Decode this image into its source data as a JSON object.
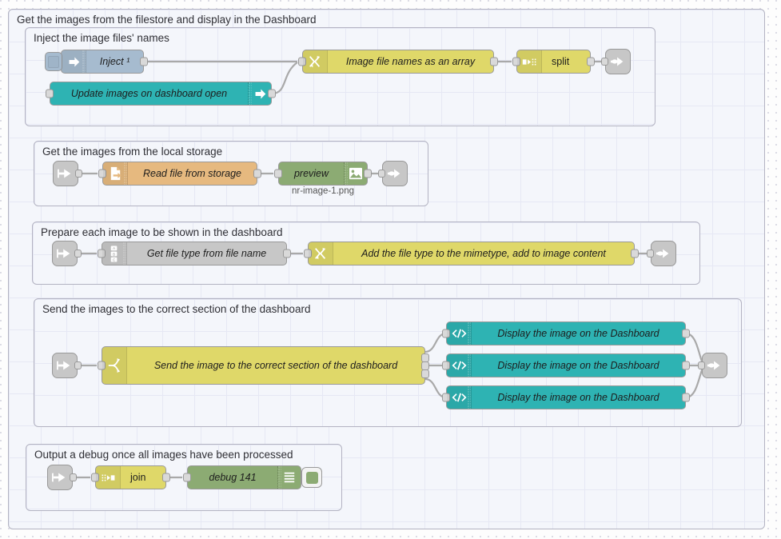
{
  "editor": {
    "outer_group_label": "Get the images from the filestore and display in the Dashboard"
  },
  "groups": [
    {
      "id": "g1",
      "label": "Inject the image files' names"
    },
    {
      "id": "g2",
      "label": "Get the images from the local storage"
    },
    {
      "id": "g3",
      "label": "Prepare each image to be shown in the dashboard"
    },
    {
      "id": "g4",
      "label": "Send the images to the correct section of the dashboard"
    },
    {
      "id": "g5",
      "label": "Output a debug once all images have been processed"
    }
  ],
  "nodes": {
    "inject": {
      "label": "Inject ¹",
      "icon": "inject-arrow-icon",
      "color": "#a6bbcf"
    },
    "dashboard_open": {
      "label": "Update images on dashboard open",
      "icon": "ui-event-arrow-icon",
      "color": "#2eb3b3"
    },
    "image_array": {
      "label": "Image file names as an array",
      "icon": "function-icon",
      "color": "#dfd869"
    },
    "split": {
      "label": "split",
      "icon": "split-icon",
      "color": "#dfd869"
    },
    "link_out_1": {
      "label": "",
      "icon": "link-out-icon",
      "color": "#c7c7c7"
    },
    "link_in_2": {
      "label": "",
      "icon": "link-in-icon",
      "color": "#c7c7c7"
    },
    "read_file": {
      "label": "Read file from storage",
      "icon": "file-read-icon",
      "color": "#e6b97f"
    },
    "preview": {
      "label": "preview",
      "sublabel": "nr-image-1.png",
      "icon": "image-preview-icon",
      "color": "#8cab73"
    },
    "link_out_2": {
      "label": "",
      "icon": "link-out-icon",
      "color": "#c7c7c7"
    },
    "link_in_3": {
      "label": "",
      "icon": "link-in-icon",
      "color": "#c7c7c7"
    },
    "get_file_type": {
      "label": "Get file type from file name",
      "icon": "change-abc-icon",
      "color": "#c7c7c7"
    },
    "add_mimetype": {
      "label": "Add the file type to the mimetype, add to image content",
      "icon": "function-icon",
      "color": "#dfd869"
    },
    "link_out_3": {
      "label": "",
      "icon": "link-out-icon",
      "color": "#c7c7c7"
    },
    "link_in_4": {
      "label": "",
      "icon": "link-in-icon",
      "color": "#c7c7c7"
    },
    "switch_section": {
      "label": "Send the image to the correct section of the dashboard",
      "icon": "switch-icon",
      "color": "#dfd869"
    },
    "template_1": {
      "label": "Display the image on the Dashboard",
      "icon": "code-template-icon",
      "color": "#2eb3b3"
    },
    "template_2": {
      "label": "Display the image on the Dashboard",
      "icon": "code-template-icon",
      "color": "#2eb3b3"
    },
    "template_3": {
      "label": "Display the image on the Dashboard",
      "icon": "code-template-icon",
      "color": "#2eb3b3"
    },
    "link_out_4": {
      "label": "",
      "icon": "link-out-icon",
      "color": "#c7c7c7"
    },
    "link_in_5": {
      "label": "",
      "icon": "link-in-icon",
      "color": "#c7c7c7"
    },
    "join": {
      "label": "join",
      "icon": "join-icon",
      "color": "#dfd869"
    },
    "debug": {
      "label": "debug 141",
      "icon": "debug-bars-icon",
      "color": "#8cab73"
    }
  },
  "colors": {
    "canvas": "#fdfdfd",
    "group_fill": "#f4f6fb",
    "group_border": "#b3b3c2",
    "wire": "#a9a9a9",
    "node_border": "#999999"
  }
}
